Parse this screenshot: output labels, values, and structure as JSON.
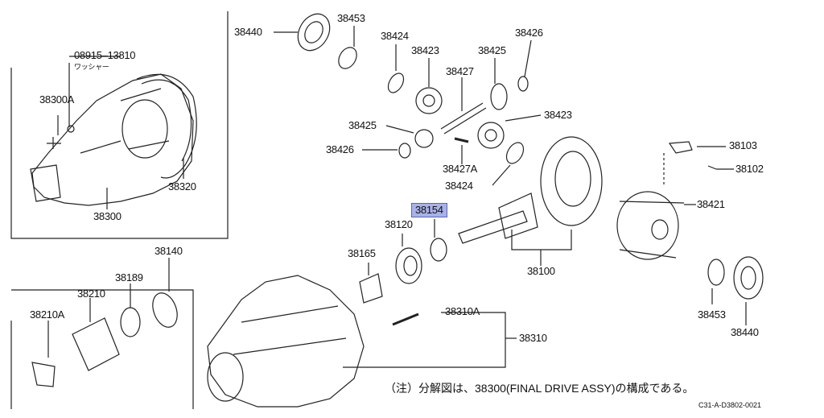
{
  "labels": {
    "p38440_top": "38440",
    "p38453_top": "38453",
    "p38424_top": "38424",
    "p38423_top": "38423",
    "p38426_top": "38426",
    "p38425_top": "38425",
    "p38427": "38427",
    "p38425_mid": "38425",
    "p38423_mid": "38423",
    "p38426_mid": "38426",
    "p38427A": "38427A",
    "p38424_mid": "38424",
    "p08915": "08915–13810",
    "washer_jp": "ワッシャー",
    "p38300A": "38300A",
    "p38320": "38320",
    "p38300": "38300",
    "p38103": "38103",
    "p38102": "38102",
    "p38421": "38421",
    "p38154": "38154",
    "p38120": "38120",
    "p38165": "38165",
    "p38100": "38100",
    "p38140": "38140",
    "p38189": "38189",
    "p38210": "38210",
    "p38210A": "38210A",
    "p38310A": "38310A",
    "p38310": "38310",
    "p38453_bot": "38453",
    "p38440_bot": "38440"
  },
  "note": "（注）分解図は、38300(FINAL DRIVE ASSY)の構成である。",
  "figure_code": "C31-A-D3802-0021",
  "highlight_color": "#a8b2e6"
}
